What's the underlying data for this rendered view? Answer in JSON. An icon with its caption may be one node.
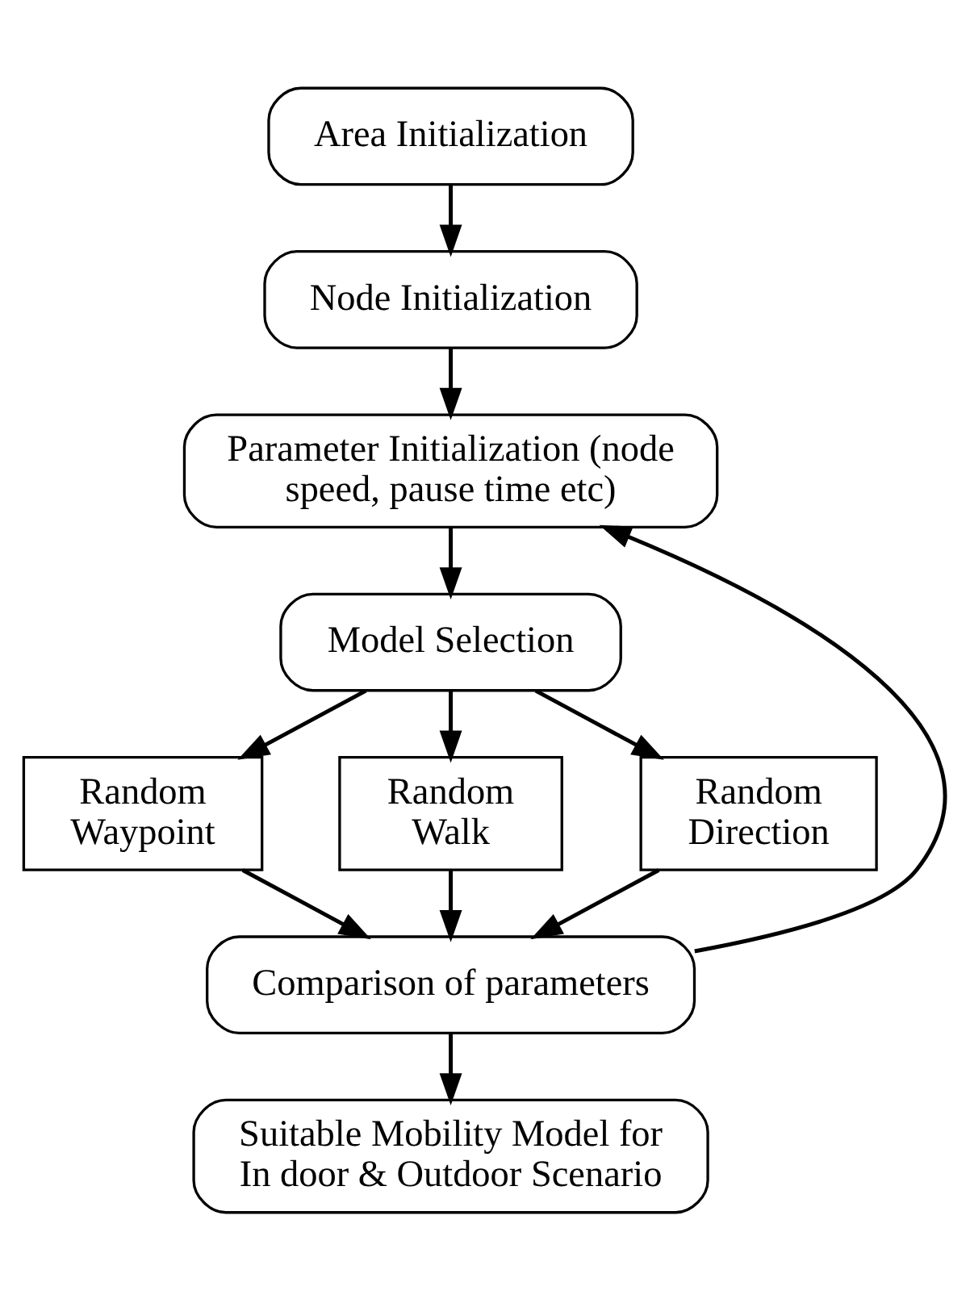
{
  "diagram": {
    "nodes": [
      {
        "text": [
          "Area Initialization"
        ]
      },
      {
        "text": [
          "Node Initialization"
        ]
      },
      {
        "text": [
          "Parameter Initialization (node speed, pause time etc)"
        ]
      },
      {
        "text": [
          "Model Selection"
        ]
      },
      {
        "text": [
          "Random Waypoint"
        ]
      },
      {
        "text": [
          "Random Walk"
        ]
      },
      {
        "text": [
          "Random Direction"
        ]
      },
      {
        "text": [
          "Comparison of parameters"
        ]
      },
      {
        "text": [
          "Suitable Mobility Model for In door & Outdoor Scenario"
        ]
      }
    ],
    "edges": [
      {
        "from": 0,
        "to": 1,
        "arrow": "to"
      },
      {
        "from": 1,
        "to": 2,
        "arrow": "to"
      },
      {
        "from": 2,
        "to": 3,
        "arrow": "to"
      },
      {
        "from": 3,
        "to": 4,
        "arrow": "to"
      },
      {
        "from": 3,
        "to": 5,
        "arrow": "to"
      },
      {
        "from": 3,
        "to": 6,
        "arrow": "to"
      },
      {
        "from": 4,
        "to": 7,
        "arrow": "to"
      },
      {
        "from": 5,
        "to": 7,
        "arrow": "to"
      },
      {
        "from": 6,
        "to": 7,
        "arrow": "to"
      },
      {
        "from": 7,
        "to": 8,
        "arrow": "to"
      },
      {
        "from": 7,
        "to": 2,
        "arrow": "to"
      }
    ]
  }
}
